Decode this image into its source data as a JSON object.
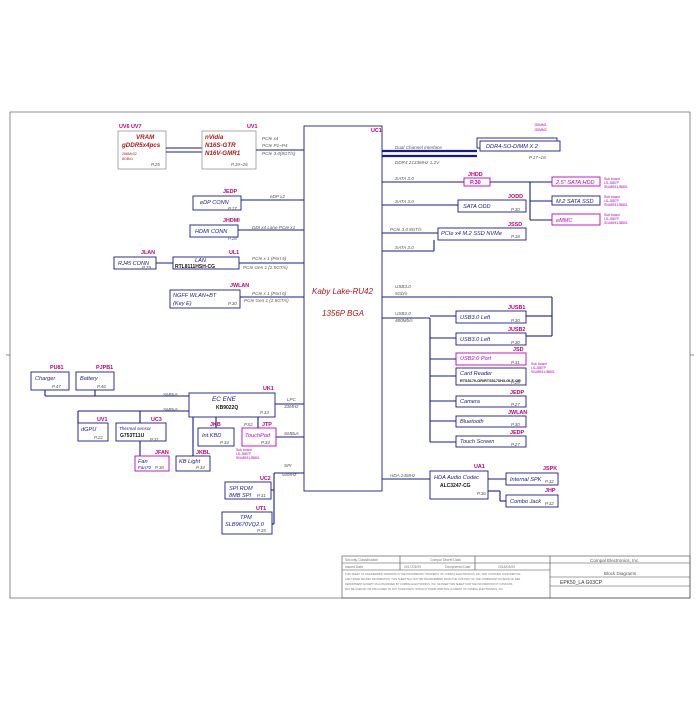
{
  "cpu": {
    "ref": "UC1",
    "name": "Kaby Lake-RU42",
    "pkg": "1356P BGA"
  },
  "memory": {
    "bus": "Dual Channel Interface",
    "speed": "DDR4 2133MHz 1.2V",
    "module": "DDR4-SO-DIMM X 2",
    "module_page": "P.17~18",
    "labels": [
      "JDIMM1",
      "JDIMM2"
    ]
  },
  "vram": {
    "ref": "UV6 UV7",
    "name": "VRAM",
    "spec": "gDDR5x4pcs",
    "detail1": "256Mx32",
    "detail2": "8GBx1",
    "page": "P.25"
  },
  "gpu": {
    "ref": "UV1",
    "name": "nVidia",
    "chip1": "N16S-GTR",
    "chip2": "N16V-GMR1",
    "bus1": "PCIe x4",
    "bus2": "PCIe P1~P4",
    "bus3": "PCIe 3.0(8GT/s)",
    "page": "P.19~26"
  },
  "edp": {
    "ref": "JEDP",
    "name": "eDP CONN",
    "page": "P.27",
    "bus": "eDP x2"
  },
  "hdmi": {
    "ref": "JHDMI",
    "name": "HDMI CONN",
    "page": "P.28",
    "bus": "DDI x4 Lane PCIe x1"
  },
  "lan": {
    "ref": "UL1",
    "name": "LAN",
    "chip": "RTL8111HSH-CG",
    "bus1": "PCIe x 1 (Port 5)",
    "bus2": "PCIe Gen 1 (2.5GT/s)"
  },
  "rj45": {
    "ref": "JLAN",
    "name": "RJ45 CONN",
    "page": "P.29"
  },
  "wlan": {
    "ref": "JWLAN",
    "name": "NGFF WLAN+BT",
    "key": "(Key E)",
    "page": "P.30",
    "bus1": "PCIe x 1 (Port 6)",
    "bus2": "PCIe Gen 1 (2.5GT/s)"
  },
  "sata_hdd": {
    "ref": "JHDD",
    "bus": "SATA 3.0",
    "page": "P.30",
    "target": "2.5\" SATA HDD",
    "note1": "Sub board",
    "note2": "LS-J887P",
    "note3": "SN48931JB801"
  },
  "m2_sata": {
    "target": "M.2 SATA SSD",
    "note1": "Sub board",
    "note2": "LS-J887P",
    "note3": "SN48931JB801"
  },
  "emmc": {
    "target": "eMMC",
    "note1": "Sub board",
    "note2": "LS-J887P",
    "note3": "SN48931JB801"
  },
  "sata_odd": {
    "ref": "JODD",
    "bus": "SATA 3.0",
    "name": "SATA ODD",
    "page": "P.30"
  },
  "ssd": {
    "ref": "JSSD",
    "bus": "PCIe 3.0 8GT/s",
    "bus2": "PCIe x4 M.2 SSD NVMe",
    "page": "P.18",
    "bus3": "SATA 3.0"
  },
  "usb": {
    "bus1": "USB3.0",
    "speed1": "5Gb/s",
    "bus2": "USB2.0",
    "speed2": "480Mb/s",
    "ports": [
      {
        "ref": "JUSB1",
        "name": "USB3.0 Left",
        "page": "P.30"
      },
      {
        "ref": "JUSB2",
        "name": "USB3.0 Left",
        "page": "P.30"
      },
      {
        "ref": "JSD",
        "name": "USB2.0 Port",
        "page": "P.31",
        "note1": "Sub board",
        "note2": "LS-J887P",
        "note3": "SN48931JB801"
      },
      {
        "ref": "",
        "name": "Card Reader",
        "chip": "RTS5170-GR/RTS5170H3-GLF-GR",
        "page": "P.29"
      },
      {
        "ref": "JEDP",
        "name": "Camera",
        "page": "P.27"
      },
      {
        "ref": "JWLAN",
        "name": "Bluetooth",
        "page": "P.30"
      },
      {
        "ref": "JEDP",
        "name": "Touch Screen",
        "page": "P.27"
      }
    ]
  },
  "ec": {
    "ref": "UK1",
    "name": "EC ENE",
    "chip": "KB9022Q",
    "page": "P.33",
    "bus1": "LPC",
    "bus2": "33MHz",
    "smb1": "SMBus",
    "smb2": "SMBus",
    "ps2": "PS2"
  },
  "charger": {
    "ref": "PU81",
    "name": "Charger",
    "page": "P.47"
  },
  "battery": {
    "ref": "PJPB1",
    "name": "Battery",
    "page": "P.46"
  },
  "dgpu": {
    "ref": "UV1",
    "name": "dGPU",
    "page": "P.22"
  },
  "thermal": {
    "ref": "UC3",
    "name": "Thermal sensor",
    "chip": "G753T11U",
    "page": "P.31"
  },
  "fan": {
    "ref": "JFAN",
    "name": "Fan",
    "label": "Fan70",
    "page": "P.38"
  },
  "kbd": {
    "ref": "JKB",
    "name": "Int.KBD",
    "page": "P.34"
  },
  "kblight": {
    "ref": "JKBL",
    "name": "KB Light",
    "page": "P.34"
  },
  "touchpad": {
    "ref": "JTP",
    "name": "TouchPad",
    "page": "P.34",
    "note1": "Sub board",
    "note2": "LS-J887P",
    "note3": "SN48931JB801"
  },
  "smbus_cpu": "SMBus",
  "spi": {
    "ref": "UC2",
    "name": "SPI ROM",
    "size": "8MB SPI",
    "page": "P.31",
    "bus1": "SPI",
    "bus2": "50MHz"
  },
  "tpm": {
    "ref": "UT1",
    "name": "TPM",
    "chip": "SLB9670VQ2.0",
    "page": "P.35"
  },
  "hda": {
    "ref": "UA1",
    "name": "HDA Audio Codec",
    "chip": "ALC3247-CG",
    "page": "P.36",
    "bus": "HDA 24MHz",
    "spk_ref": "JSPK",
    "spk": "Internal SPK",
    "spk_page": "P.32",
    "hp_ref": "JHP",
    "hp": "Combo Jack",
    "hp_page": "P.32"
  },
  "title_block": {
    "company": "Compal Electronics, Inc.",
    "title": "Block Diagrams",
    "model": "EPK50_LA G03CP",
    "security": "Security Classification",
    "secret": "Compal Secret Data",
    "issued_label": "Issued Date",
    "issued": "2017/03/09",
    "deciphered_label": "Deciphered Date",
    "deciphered": "2018/03/09",
    "legal1": "THIS SHEET OF ENGINEERING DRAWING IS THE PROPRIETARY PROPERTY OF COMPAL ELECTRONICS, INC. AND CONTAINS CONFIDENTIAL",
    "legal2": "AND TRADE SECRET INFORMATION. THIS SHEET MAY NOT BE TRANSFERRED FROM THE CUSTODY OF THE COMPETENT DIVISION OF R&D",
    "legal3": "DEPARTMENT EXCEPT AS AUTHORIZED BY COMPAL ELECTRONICS, INC. NEITHER THIS SHEET NOR THE INFORMATION IT CONTAINS",
    "legal4": "MAY BE USED BY OR DISCLOSED TO ANY THIRD PARTY WITHOUT PRIOR WRITTEN CONSENT OF COMPAL ELECTRONICS, INC."
  }
}
